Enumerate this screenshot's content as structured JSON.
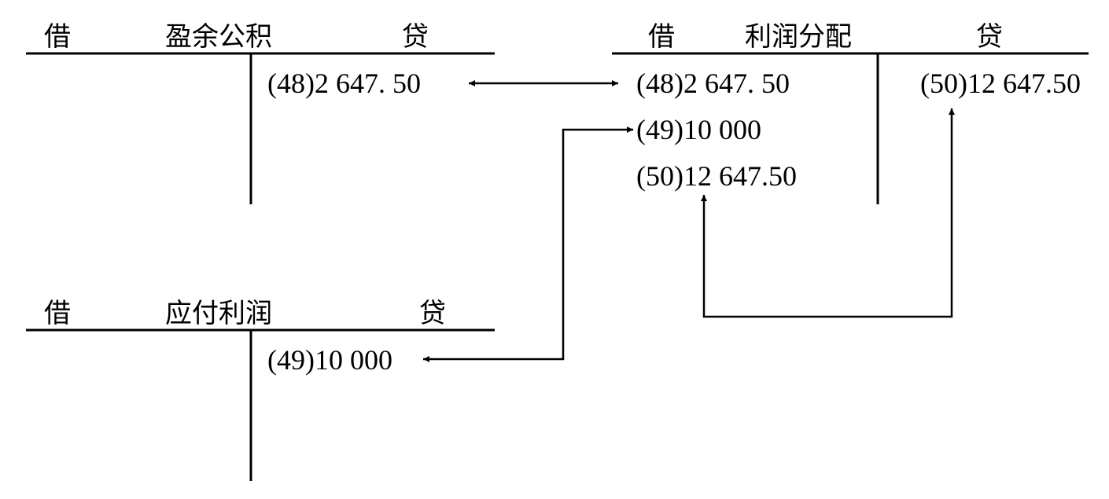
{
  "accounts": {
    "surplus_reserve": {
      "debit": "借",
      "name": "盈余公积",
      "credit": "贷",
      "entries": {
        "e48": "(48)2 647. 50"
      }
    },
    "profit_distribution": {
      "debit": "借",
      "name": "利润分配",
      "credit": "贷",
      "entries": {
        "e48": "(48)2 647. 50",
        "e49": "(49)10 000",
        "e50": "(50)12 647.50",
        "e50_credit": "(50)12 647.50"
      }
    },
    "profits_payable": {
      "debit": "借",
      "name": "应付利润",
      "credit": "贷",
      "entries": {
        "e49": "(49)10 000"
      }
    }
  },
  "colors": {
    "ink": "#000000",
    "background": "#ffffff"
  }
}
